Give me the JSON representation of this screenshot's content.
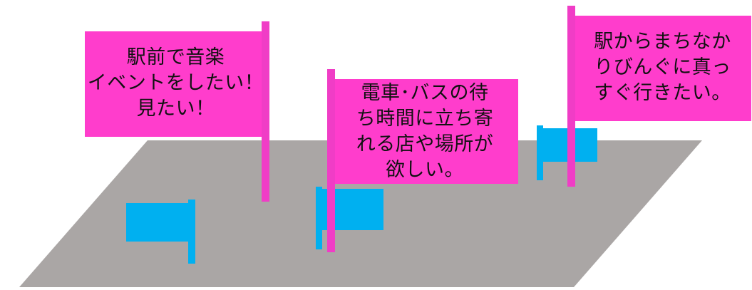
{
  "colors": {
    "ground": "#AAA6A5",
    "pink_flag": "#FF3DCC",
    "pink_pole": "#F03DC6",
    "blue_flag": "#00B0F0"
  },
  "flags": [
    {
      "lines": [
        "駅前で音楽",
        "イベントをしたい！",
        "見たい！"
      ]
    },
    {
      "lines": [
        "電車･バスの待",
        "ち時間に立ち寄",
        "れる店や場所が",
        "欲しい。"
      ]
    },
    {
      "lines": [
        "駅からまちなか",
        "りびんぐに真っ",
        "すぐ行きたい。"
      ]
    }
  ]
}
